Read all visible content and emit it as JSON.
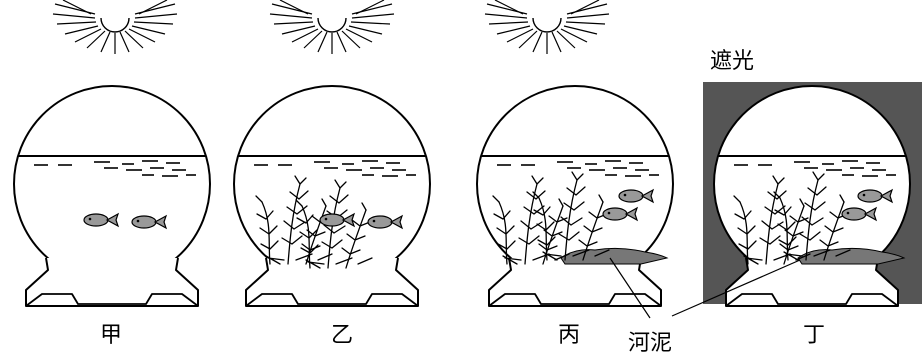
{
  "bowls": [
    {
      "label": "甲",
      "plants": false,
      "mud": false,
      "fish": 2,
      "shaded": false,
      "sun": true
    },
    {
      "label": "乙",
      "plants": true,
      "mud": false,
      "fish": 2,
      "shaded": false,
      "sun": true
    },
    {
      "label": "丙",
      "plants": true,
      "mud": true,
      "fish": 2,
      "shaded": false,
      "sun": true
    },
    {
      "label": "丁",
      "plants": true,
      "mud": true,
      "fish": 2,
      "shaded": true,
      "sun": false
    }
  ],
  "annotations": {
    "shade": "遮光",
    "mud": "河泥"
  },
  "colors": {
    "ink": "#000000",
    "shade_fill": "#555555",
    "fish": "#999999",
    "mud": "#777777"
  }
}
